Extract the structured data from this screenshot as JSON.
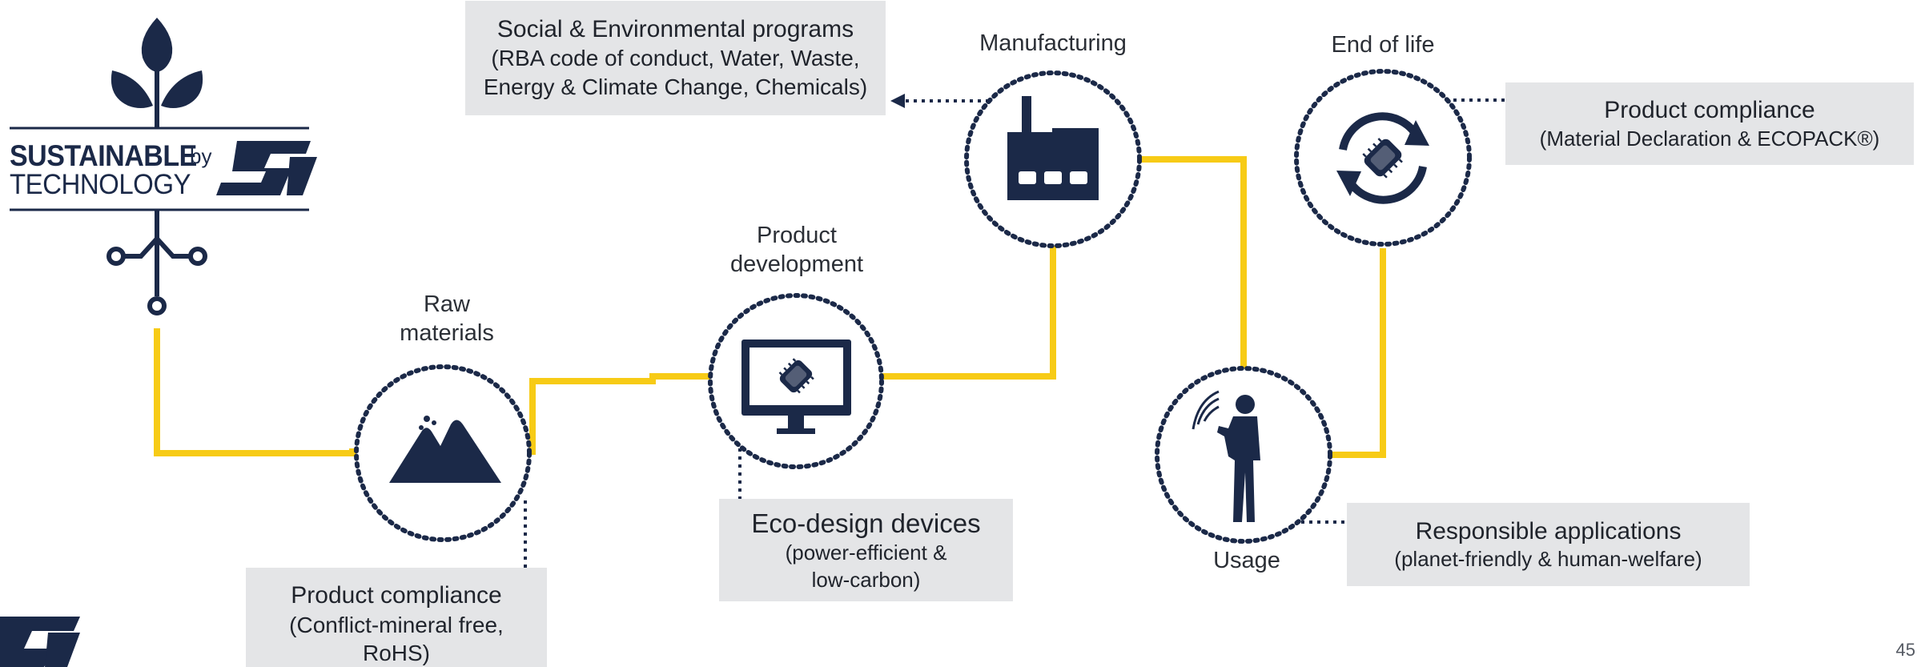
{
  "colors": {
    "navy": "#1b2948",
    "yellow": "#f7cb16",
    "box_gray": "#e4e5e7",
    "text": "#2b2f36"
  },
  "logo": {
    "line1": "SUSTAINABLE",
    "line2": "TECHNOLOGY",
    "by": "by",
    "brand": "ST"
  },
  "stages": {
    "raw_materials": {
      "label_line1": "Raw",
      "label_line2": "materials",
      "icon": "mountains-icon"
    },
    "product_development": {
      "label_line1": "Product",
      "label_line2": "development",
      "icon": "monitor-chip-icon"
    },
    "manufacturing": {
      "label": "Manufacturing",
      "icon": "factory-icon"
    },
    "usage": {
      "label": "Usage",
      "icon": "person-phone-icon"
    },
    "end_of_life": {
      "label": "End of life",
      "icon": "recycle-chip-icon"
    }
  },
  "boxes": {
    "social_env": {
      "title": "Social & Environmental programs",
      "sub1": "(RBA code of conduct, Water, Waste,",
      "sub2": "Energy & Climate Change, Chemicals)"
    },
    "compliance_raw": {
      "title": "Product compliance",
      "sub1": "(Conflict-mineral free,",
      "sub2": "RoHS)"
    },
    "eco_design": {
      "title": "Eco-design devices",
      "sub1": "(power-efficient &",
      "sub2": "low-carbon)"
    },
    "responsible_apps": {
      "title": "Responsible applications",
      "sub1": "(planet-friendly & human-welfare)"
    },
    "compliance_eol": {
      "title": "Product compliance",
      "sub1": "(Material Declaration & ECOPACK®)"
    }
  },
  "footer": {
    "page_number": "45",
    "corner_logo": "ST"
  }
}
